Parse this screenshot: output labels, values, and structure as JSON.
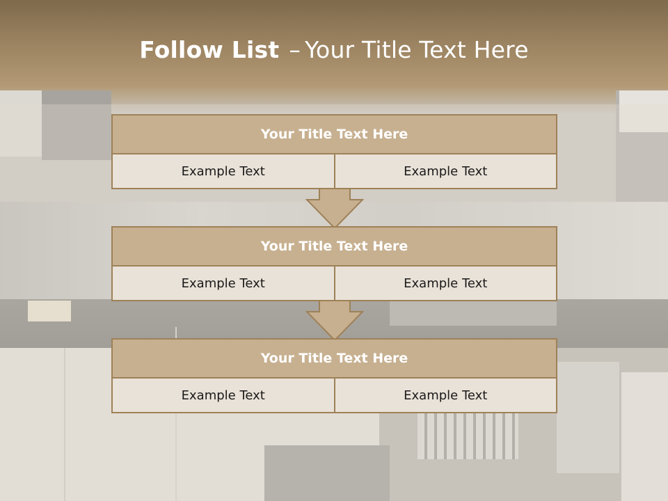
{
  "slide": {
    "title_bold": "Follow List",
    "title_separator": "–",
    "title_rest": "Your Title Text Here"
  },
  "steps": [
    {
      "header": "Your Title Text Here",
      "cells": [
        "Example Text",
        "Example Text"
      ]
    },
    {
      "header": "Your Title Text Here",
      "cells": [
        "Example Text",
        "Example Text"
      ]
    },
    {
      "header": "Your Title Text Here",
      "cells": [
        "Example Text",
        "Example Text"
      ]
    }
  ],
  "colors": {
    "header_band": "#9d8462",
    "panel_header_fill": "#c7b090",
    "panel_body_fill": "#e9e2d8",
    "panel_border": "#9e8158",
    "arrow_fill": "#c7b090"
  }
}
